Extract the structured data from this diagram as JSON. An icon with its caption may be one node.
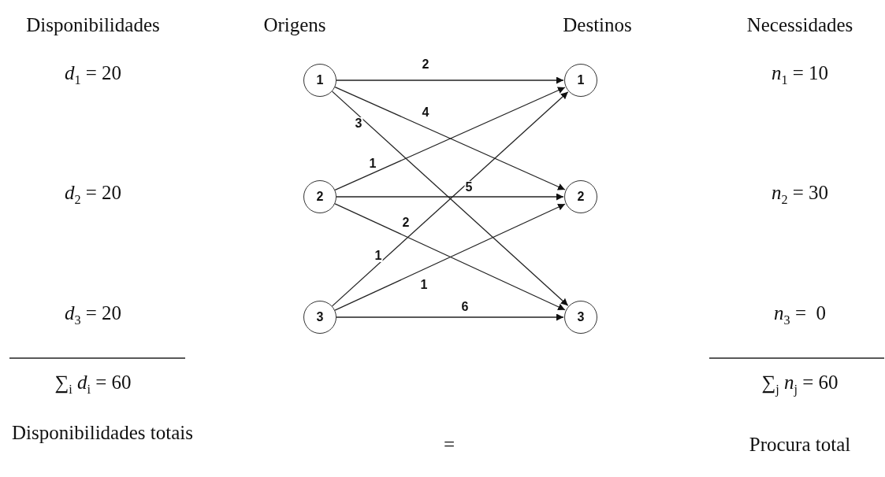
{
  "diagram": {
    "nodes": [
      {
        "text": [
          "1"
        ]
      },
      {
        "text": [
          "2"
        ]
      },
      {
        "text": [
          "3"
        ]
      },
      {
        "text": [
          "1"
        ]
      },
      {
        "text": [
          "2"
        ]
      },
      {
        "text": [
          "3"
        ]
      }
    ],
    "edges": [
      {
        "from": 0,
        "to": 3,
        "arrow": "to",
        "label": "2"
      },
      {
        "from": 0,
        "to": 4,
        "arrow": "to",
        "label": "4"
      },
      {
        "from": 0,
        "to": 5,
        "arrow": "to",
        "label": "3"
      },
      {
        "from": 1,
        "to": 3,
        "arrow": "to",
        "label": "1"
      },
      {
        "from": 1,
        "to": 4,
        "arrow": "to",
        "label": "5"
      },
      {
        "from": 1,
        "to": 5,
        "arrow": "to",
        "label": "2"
      },
      {
        "from": 2,
        "to": 3,
        "arrow": "to",
        "label": "1"
      },
      {
        "from": 2,
        "to": 4,
        "arrow": "to",
        "label": "1"
      },
      {
        "from": 2,
        "to": 5,
        "arrow": "to",
        "label": "6"
      }
    ],
    "labels": [
      "Disponibilidades",
      "Origens",
      "Destinos",
      "Necessidades",
      "*d*$_{1}$ = 20",
      "*n*$_{1}$ = 10",
      "*d*$_{2}$ = 20",
      "*n*$_{2}$ = 30",
      "*d*$_{3}$ = 20",
      "*n*$_{3}$ =  0",
      "∑$_{i}$ *d*$_{i}$ = 60",
      "∑$_{j}$ *n*$_{j}$ = 60",
      "Disponibilidades totais",
      "=",
      "Procura total"
    ]
  }
}
